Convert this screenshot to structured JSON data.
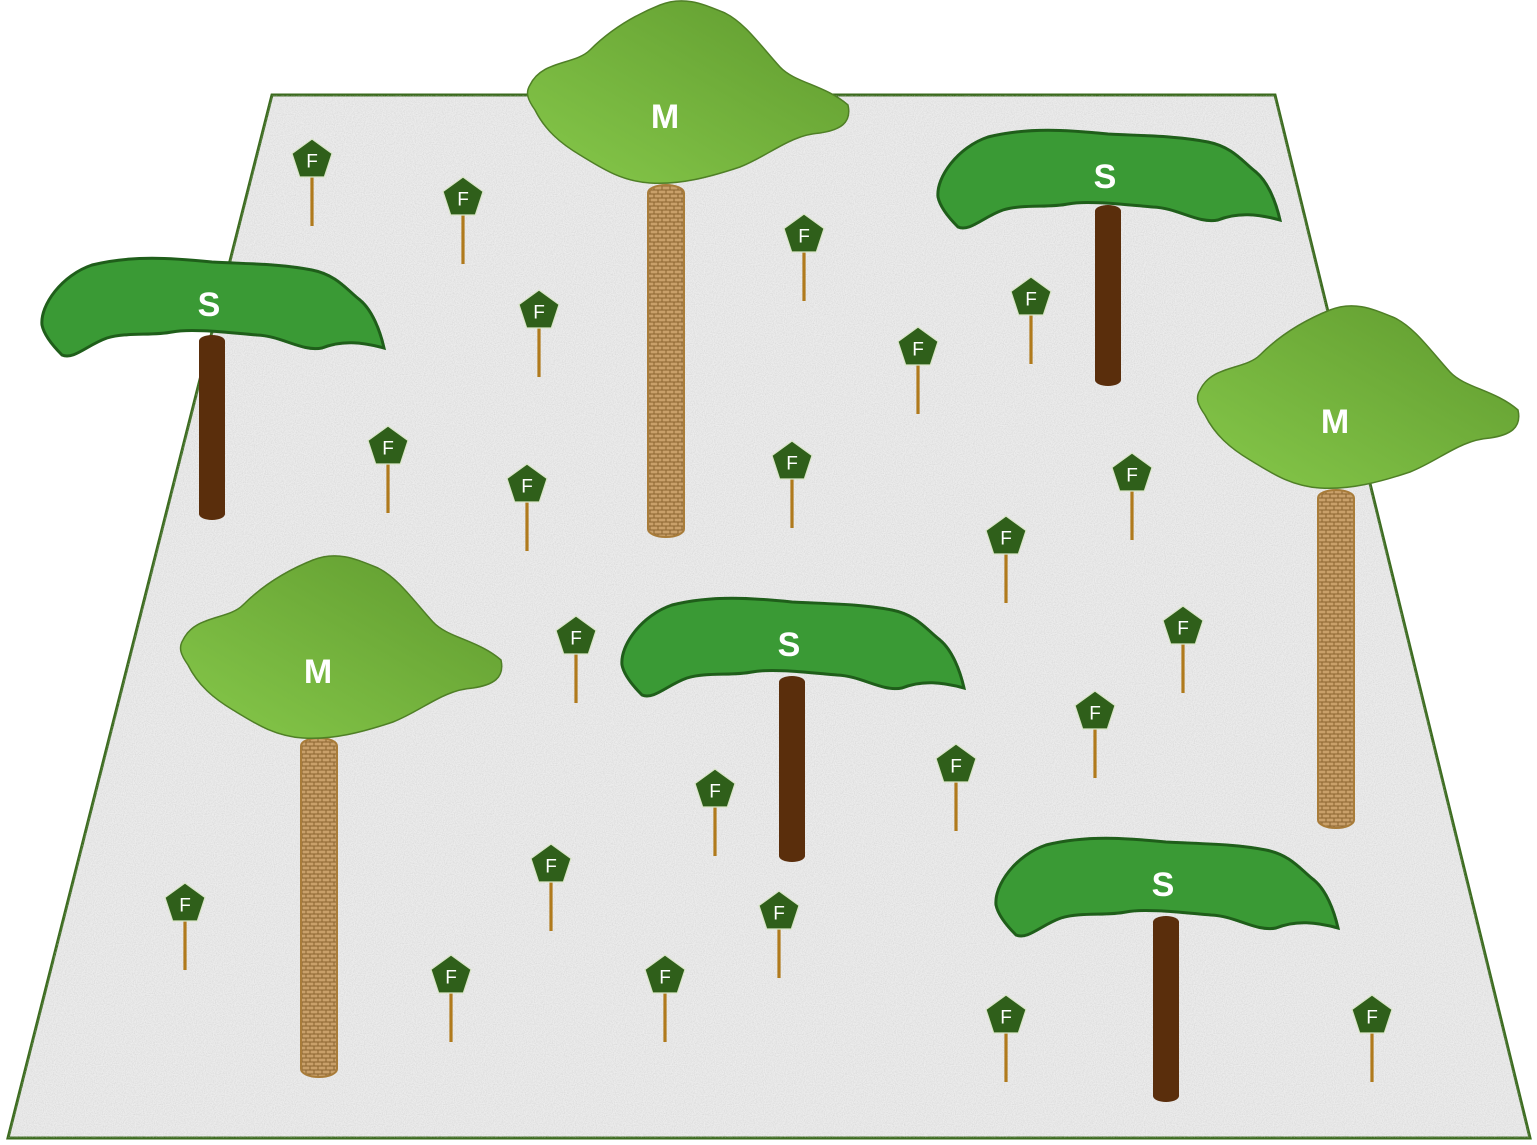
{
  "labels": {
    "medium": "M",
    "short": "S",
    "fern": "F"
  },
  "colors": {
    "ground_fill": "#ececec",
    "ground_border": "#3b6b1e",
    "canopy_m_light": "#86c84a",
    "canopy_m_dark": "#5f9a2e",
    "canopy_s": "#3a9a35",
    "canopy_s_border": "#1f5e1a",
    "trunk_s": "#5a2e0c",
    "trunk_m": "#c9a06a",
    "fern_head": "#2f5f1a",
    "fern_stem": "#b07a1c",
    "label_text": "#ffffff"
  }
}
